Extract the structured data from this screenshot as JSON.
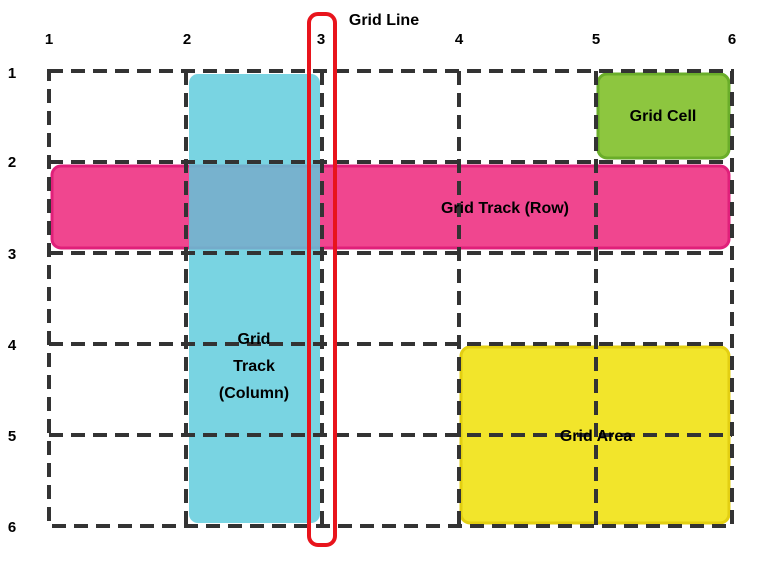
{
  "column_lines": [
    "1",
    "2",
    "3",
    "4",
    "5",
    "6"
  ],
  "row_lines": [
    "1",
    "2",
    "3",
    "4",
    "5",
    "6"
  ],
  "labels": {
    "grid_line": "Grid Line",
    "grid_cell": "Grid Cell",
    "grid_track_row": "Grid Track (Row)",
    "grid_track_column": [
      "Grid",
      "Track",
      "(Column)"
    ],
    "grid_area": "Grid Area"
  },
  "colors": {
    "grid_lines": "#333333",
    "grid_cell_fill": "#8dc63f",
    "grid_cell_stroke": "#6aad2a",
    "row_track_fill": "#f0468f",
    "row_track_stroke": "#e0207a",
    "column_track_fill": "#5ccbdc",
    "grid_area_fill": "#f2e52b",
    "grid_area_stroke": "#e3cf12",
    "highlight_line": "#e8141c"
  }
}
